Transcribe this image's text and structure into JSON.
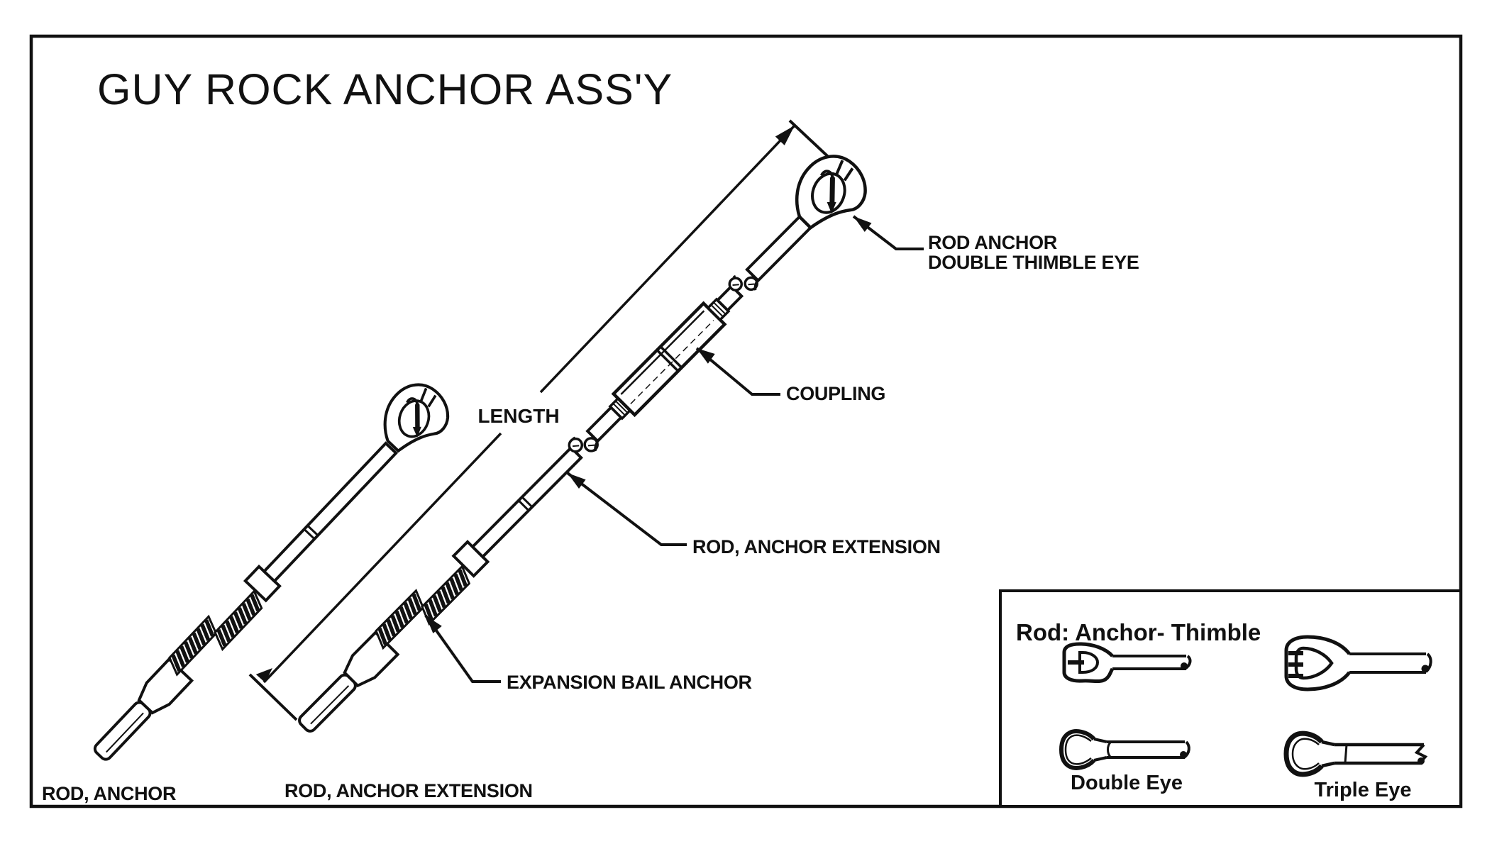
{
  "title": "GUY ROCK ANCHOR ASS'Y",
  "labels": {
    "length": "LENGTH",
    "rod_anchor_line1": "ROD ANCHOR",
    "rod_anchor_line2": "DOUBLE THIMBLE EYE",
    "coupling": "COUPLING",
    "rod_anchor_extension_callout": "ROD, ANCHOR EXTENSION",
    "expansion_bail_anchor": "EXPANSION BAIL ANCHOR"
  },
  "captions": {
    "rod_anchor": "ROD, ANCHOR",
    "rod_anchor_extension": "ROD, ANCHOR EXTENSION"
  },
  "inset": {
    "title": "Rod: Anchor- Thimble",
    "double_eye": "Double Eye",
    "triple_eye": "Triple Eye"
  },
  "colors": {
    "ink": "#111111",
    "paper": "#ffffff"
  }
}
